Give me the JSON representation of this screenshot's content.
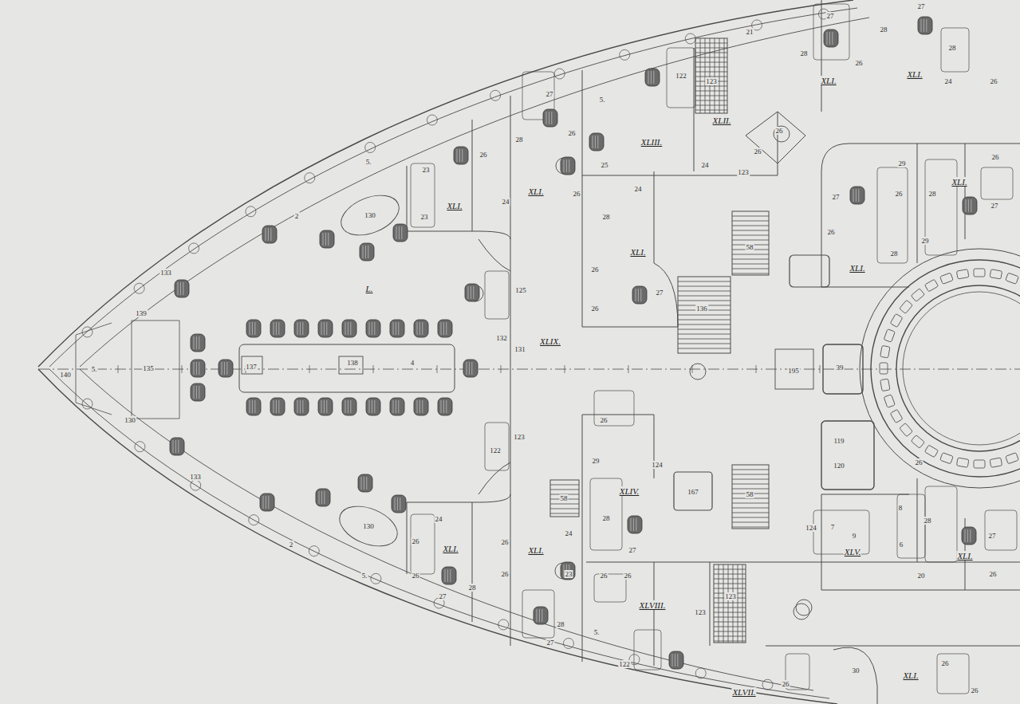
{
  "diagram": {
    "labels": [
      "140",
      "5.",
      "135",
      "139",
      "133",
      "130",
      "133",
      "2",
      "5.",
      "130",
      "L.",
      "137",
      "138",
      "4",
      "2",
      "5.",
      "130",
      "XLIX.",
      "125",
      "132",
      "131",
      "122",
      "123",
      "XLI.",
      "23",
      "23",
      "26",
      "24",
      "28",
      "XLI.",
      "27",
      "26",
      "26",
      "5.",
      "25",
      "24",
      "28",
      "XLI.",
      "26",
      "26",
      "27",
      "136",
      "58",
      "122",
      "123",
      "XLIII.",
      "XLII.",
      "24",
      "123",
      "26",
      "26",
      "21",
      "27",
      "28",
      "XLI.",
      "27",
      "28",
      "26",
      "XLI.",
      "28",
      "24",
      "26",
      "29",
      "26",
      "27",
      "26",
      "28",
      "XLI.",
      "27",
      "29",
      "26",
      "28",
      "XLI.",
      "195",
      "39",
      "119",
      "120",
      "8",
      "7",
      "9",
      "XLV.",
      "6",
      "28",
      "27",
      "XLI.",
      "26",
      "20",
      "26",
      "26",
      "29",
      "124",
      "XLIV.",
      "167",
      "58",
      "58",
      "28",
      "27",
      "26",
      "26",
      "124",
      "XLVIII.",
      "123",
      "123",
      "122",
      "5.",
      "28",
      "27",
      "XLI.",
      "24",
      "23",
      "26",
      "26",
      "XLI.",
      "24",
      "26",
      "26",
      "27",
      "28",
      "XLVII.",
      "26",
      "30",
      "XLI.",
      "26",
      "26"
    ]
  }
}
